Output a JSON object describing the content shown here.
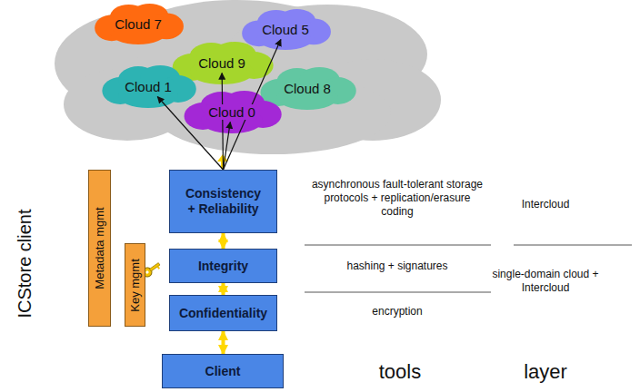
{
  "diagram": {
    "nodes": [
      {
        "text": [
          "Cloud 7"
        ]
      },
      {
        "text": [
          "Cloud 5"
        ]
      },
      {
        "text": [
          "Cloud 9"
        ]
      },
      {
        "text": [
          "Cloud 1"
        ]
      },
      {
        "text": [
          "Cloud 8"
        ]
      },
      {
        "text": [
          "Cloud 0"
        ]
      },
      {
        "text": [
          "Consistency + Reliability"
        ]
      },
      {
        "text": [
          "Integrity"
        ]
      },
      {
        "text": [
          "Confidentiality"
        ]
      },
      {
        "text": [
          "Client"
        ]
      },
      {
        "text": [
          "Metadata mgmt"
        ]
      },
      {
        "text": [
          "Key mgmt"
        ]
      }
    ],
    "edges": [
      {
        "from": 6,
        "to": 3,
        "arrow": "to"
      },
      {
        "from": 6,
        "to": 5,
        "arrow": "to"
      },
      {
        "from": 6,
        "to": 2,
        "arrow": "to"
      },
      {
        "from": 6,
        "to": 1,
        "arrow": "to"
      },
      {
        "from": 6,
        "to": 7,
        "arrow": "both"
      },
      {
        "from": 7,
        "to": 8,
        "arrow": "both"
      },
      {
        "from": 8,
        "to": 9,
        "arrow": "both"
      }
    ],
    "labels": [
      "ICStore client",
      "asynchronous fault-tolerant storage protocols + replication/erasure coding",
      "Intercloud",
      "hashing + signatures",
      "single-domain cloud + Intercloud",
      "encryption",
      "tools",
      "layer"
    ]
  }
}
